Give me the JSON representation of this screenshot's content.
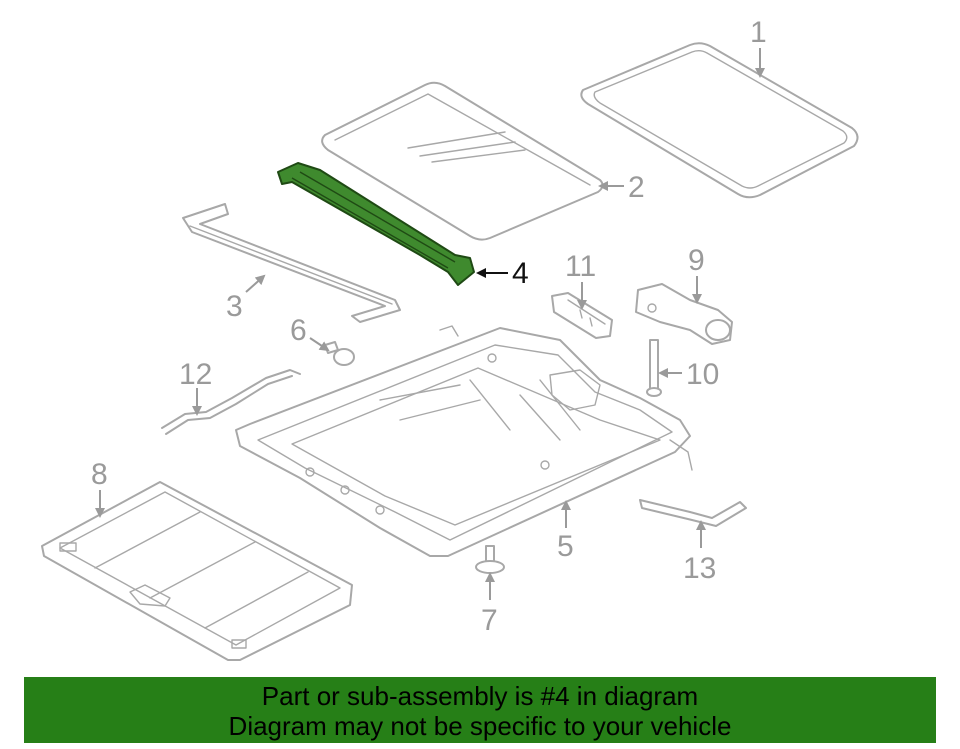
{
  "diagram": {
    "callouts": {
      "c1": "1",
      "c2": "2",
      "c3": "3",
      "c4": "4",
      "c5": "5",
      "c6": "6",
      "c7": "7",
      "c8": "8",
      "c9": "9",
      "c10": "10",
      "c11": "11",
      "c12": "12",
      "c13": "13"
    },
    "highlighted_part": "4",
    "colors": {
      "highlight": "#3f8a2e",
      "part_lines": "#a8a8a8",
      "banner": "#267f17"
    }
  },
  "banner": {
    "line1": "Part or sub-assembly is #4 in diagram",
    "line2": "Diagram may not be specific to your vehicle"
  }
}
